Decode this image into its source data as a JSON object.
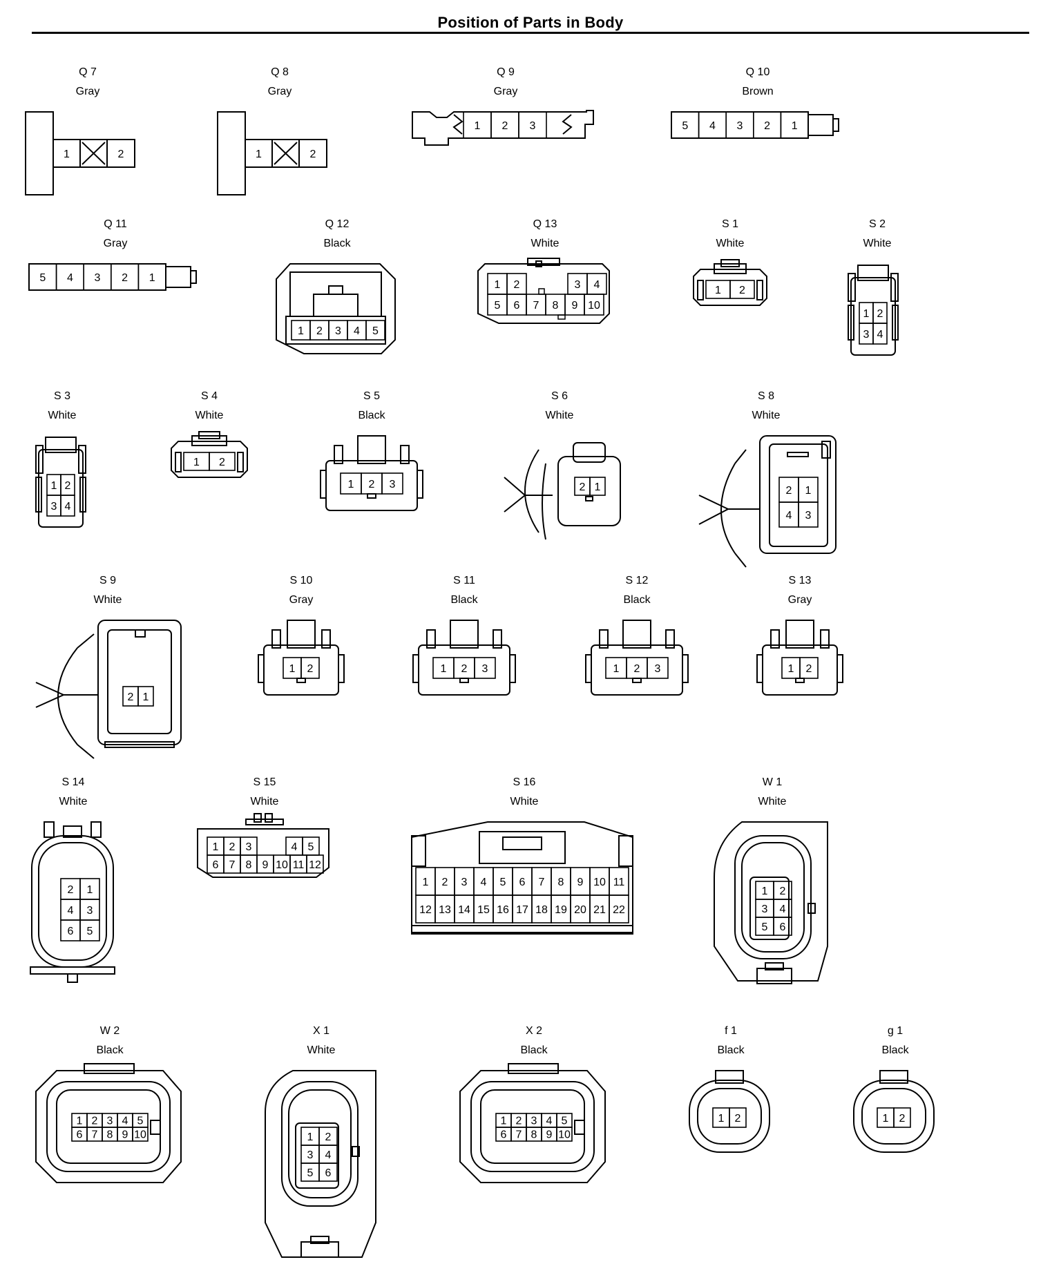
{
  "title": "Position of Parts in Body",
  "connectors": [
    {
      "id": "Q 7",
      "color": "Gray",
      "pins": [
        "1",
        "2"
      ]
    },
    {
      "id": "Q 8",
      "color": "Gray",
      "pins": [
        "1",
        "2"
      ]
    },
    {
      "id": "Q 9",
      "color": "Gray",
      "pins": [
        "1",
        "2",
        "3"
      ]
    },
    {
      "id": "Q 10",
      "color": "Brown",
      "pins": [
        "5",
        "4",
        "3",
        "2",
        "1"
      ]
    },
    {
      "id": "Q 11",
      "color": "Gray",
      "pins": [
        "5",
        "4",
        "3",
        "2",
        "1"
      ]
    },
    {
      "id": "Q 12",
      "color": "Black",
      "pins": [
        "1",
        "2",
        "3",
        "4",
        "5"
      ]
    },
    {
      "id": "Q 13",
      "color": "White",
      "pins": [
        "1",
        "2",
        "3",
        "4",
        "5",
        "6",
        "7",
        "8",
        "9",
        "10"
      ]
    },
    {
      "id": "S 1",
      "color": "White",
      "pins": [
        "1",
        "2"
      ]
    },
    {
      "id": "S 2",
      "color": "White",
      "pins": [
        "1",
        "2",
        "3",
        "4"
      ]
    },
    {
      "id": "S 3",
      "color": "White",
      "pins": [
        "1",
        "2",
        "3",
        "4"
      ]
    },
    {
      "id": "S 4",
      "color": "White",
      "pins": [
        "1",
        "2"
      ]
    },
    {
      "id": "S 5",
      "color": "Black",
      "pins": [
        "1",
        "2",
        "3"
      ]
    },
    {
      "id": "S 6",
      "color": "White",
      "pins": [
        "2",
        "1"
      ]
    },
    {
      "id": "S 8",
      "color": "White",
      "pins": [
        "2",
        "1",
        "4",
        "3"
      ]
    },
    {
      "id": "S 9",
      "color": "White",
      "pins": [
        "2",
        "1"
      ]
    },
    {
      "id": "S 10",
      "color": "Gray",
      "pins": [
        "1",
        "2"
      ]
    },
    {
      "id": "S 11",
      "color": "Black",
      "pins": [
        "1",
        "2",
        "3"
      ]
    },
    {
      "id": "S 12",
      "color": "Black",
      "pins": [
        "1",
        "2",
        "3"
      ]
    },
    {
      "id": "S 13",
      "color": "Gray",
      "pins": [
        "1",
        "2"
      ]
    },
    {
      "id": "S 14",
      "color": "White",
      "pins": [
        "2",
        "1",
        "4",
        "3",
        "6",
        "5"
      ]
    },
    {
      "id": "S 15",
      "color": "White",
      "pins": [
        "1",
        "2",
        "3",
        "4",
        "5",
        "6",
        "7",
        "8",
        "9",
        "10",
        "11",
        "12"
      ]
    },
    {
      "id": "S 16",
      "color": "White",
      "pins": [
        "1",
        "2",
        "3",
        "4",
        "5",
        "6",
        "7",
        "8",
        "9",
        "10",
        "11",
        "12",
        "13",
        "14",
        "15",
        "16",
        "17",
        "18",
        "19",
        "20",
        "21",
        "22"
      ]
    },
    {
      "id": "W 1",
      "color": "White",
      "pins": [
        "1",
        "2",
        "3",
        "4",
        "5",
        "6"
      ]
    },
    {
      "id": "W 2",
      "color": "Black",
      "pins": [
        "1",
        "2",
        "3",
        "4",
        "5",
        "6",
        "7",
        "8",
        "9",
        "10"
      ]
    },
    {
      "id": "X 1",
      "color": "White",
      "pins": [
        "1",
        "2",
        "3",
        "4",
        "5",
        "6"
      ]
    },
    {
      "id": "X 2",
      "color": "Black",
      "pins": [
        "1",
        "2",
        "3",
        "4",
        "5",
        "6",
        "7",
        "8",
        "9",
        "10"
      ]
    },
    {
      "id": "f 1",
      "color": "Black",
      "pins": [
        "1",
        "2"
      ]
    },
    {
      "id": "g 1",
      "color": "Black",
      "pins": [
        "1",
        "2"
      ]
    }
  ]
}
